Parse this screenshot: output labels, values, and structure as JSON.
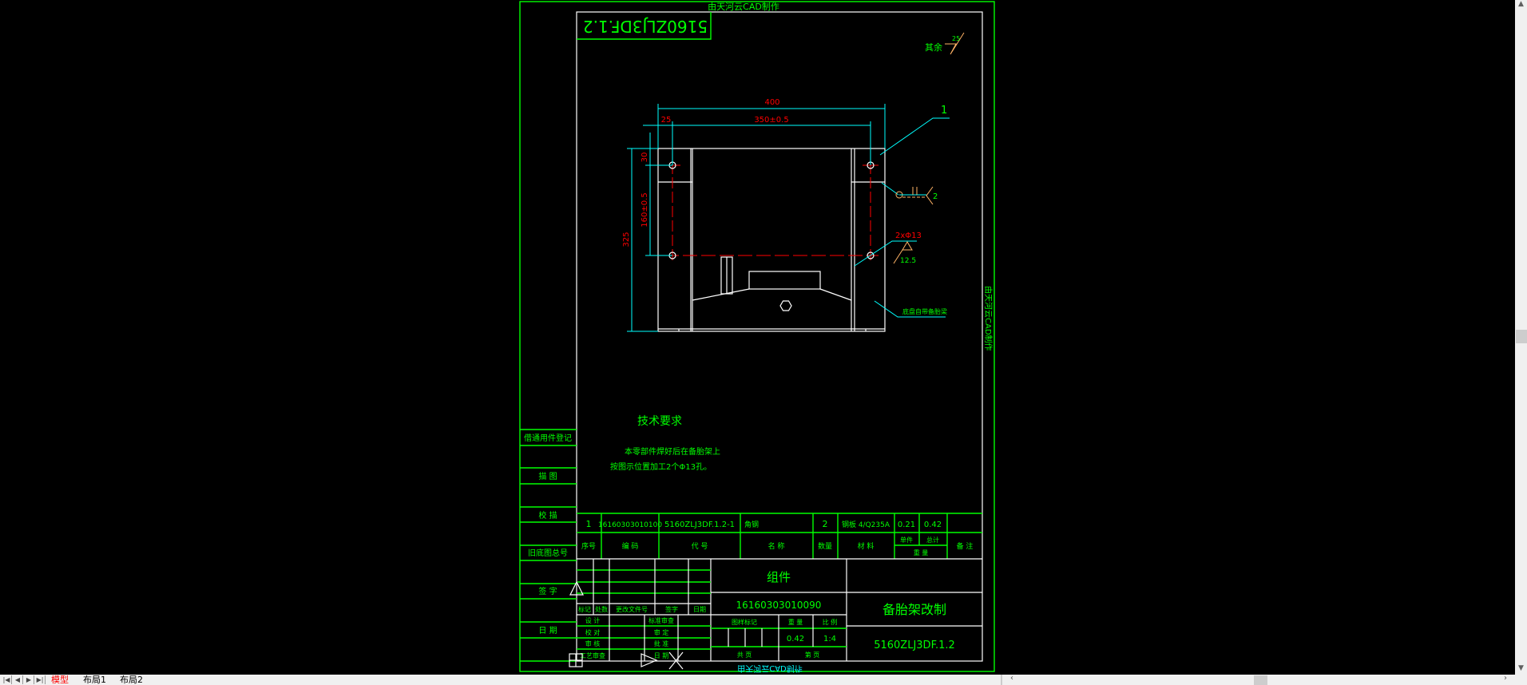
{
  "tabs": {
    "model": "模型",
    "layout1": "布局1",
    "layout2": "布局2"
  },
  "drawing": {
    "watermark_top": "由天河云CAD制作",
    "watermark_right": "由天河云CAD制作",
    "watermark_bottom": "由天河云CAD制作",
    "mirrored_code": "5160ZLJ3DF.1.2",
    "roughness_other_label": "其余",
    "roughness_other_value": "25",
    "dims": {
      "width": "400",
      "hole_spacing": "350±0.5",
      "offset": "25",
      "height": "325",
      "top_offset": "30",
      "vertical_spacing": "160±0.5"
    },
    "balloon": "1",
    "weld_size": "2",
    "hole_note": "2xΦ13",
    "hole_roughness": "12.5",
    "base_note": "底盘自带备胎梁"
  },
  "tech": {
    "title": "技术要求",
    "line1": "本零部件焊好后在备胎架上",
    "line2": "按图示位置加工2个Φ13孔。"
  },
  "side_labels": [
    "借通用件登记",
    "描  图",
    "校  描",
    "旧底图总号",
    "签  字",
    "日  期"
  ],
  "bom": {
    "row": {
      "no": "1",
      "code": "16160303010100",
      "drawing_no": "5160ZLJ3DF.1.2-1",
      "name": "角钢",
      "qty": "2",
      "material": "钢板 4/Q235A",
      "unit_weight": "0.21",
      "total_weight": "0.42",
      "remark": ""
    },
    "headers": {
      "no": "序号",
      "code": "编  码",
      "drawing_no": "代  号",
      "name": "名  称",
      "qty": "数量",
      "material": "材  料",
      "unit": "单件",
      "total": "总计",
      "weight": "重  量",
      "remark": "备  注"
    }
  },
  "title_block": {
    "rev_headers": [
      "标记",
      "处数",
      "更改文件号",
      "签字",
      "日期"
    ],
    "sign_left": [
      "设 计",
      "校 对",
      "审 核",
      "工艺审查"
    ],
    "sign_right": [
      "标准审查",
      "审 定",
      "批 准",
      "日 期"
    ],
    "type": "组件",
    "code": "16160303010090",
    "mark_label": "图样标记",
    "weight_label": "重 量",
    "scale_label": "比 例",
    "weight": "0.42",
    "scale": "1:4",
    "sheets_total": "共    页",
    "sheet_no": "第    页",
    "name": "备胎架改制",
    "drawing_no": "5160ZLJ3DF.1.2"
  },
  "colors": {
    "frame": "#00ff00",
    "dimension": "#00ffff",
    "dim_text": "#ff0000",
    "geometry": "#ffffff"
  }
}
